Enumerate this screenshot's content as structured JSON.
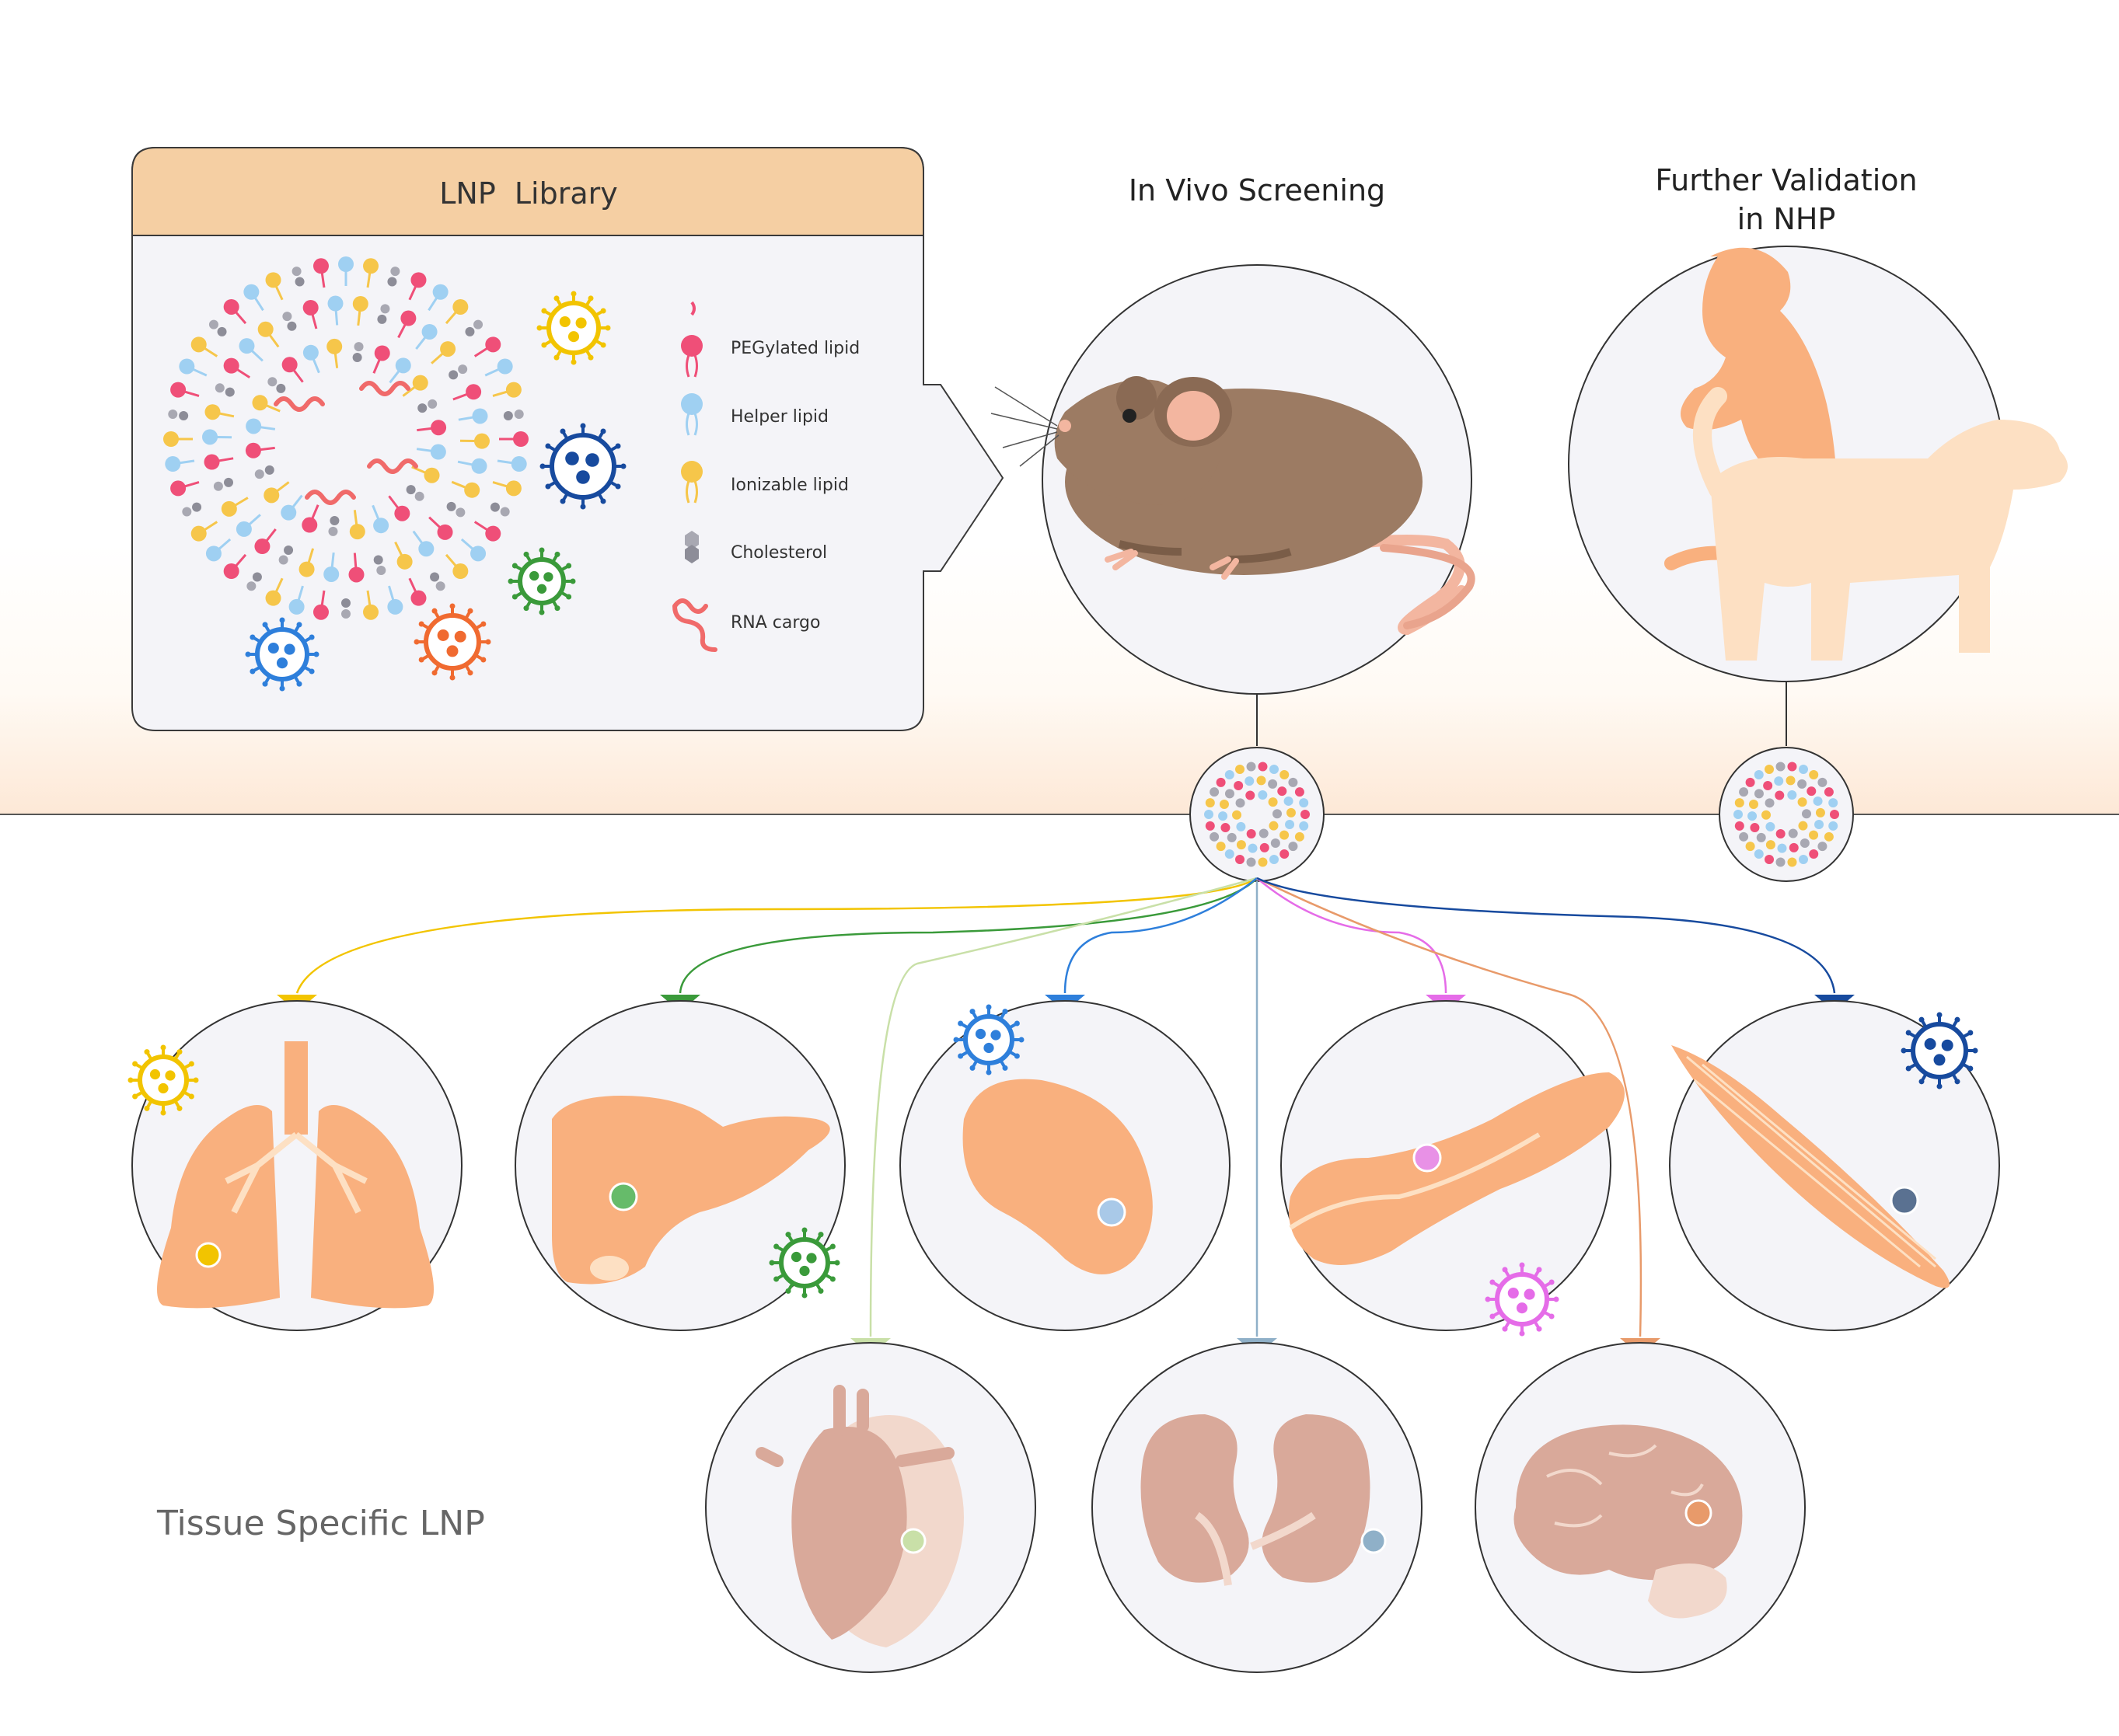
{
  "library": {
    "title": "LNP  Library",
    "legend": [
      {
        "label": "PEGylated lipid",
        "icon": "pegylated-lipid-icon",
        "color": "#ef4f78"
      },
      {
        "label": "Helper lipid",
        "icon": "helper-lipid-icon",
        "color": "#9fd0f2"
      },
      {
        "label": "Ionizable lipid",
        "icon": "ionizable-lipid-icon",
        "color": "#f6c64a"
      },
      {
        "label": "Cholesterol",
        "icon": "cholesterol-icon",
        "color": "#a8a8b2"
      },
      {
        "label": "RNA cargo",
        "icon": "rna-cargo-icon",
        "color": "#f06a6a"
      }
    ]
  },
  "screening": {
    "title": "In Vivo Screening"
  },
  "validation": {
    "title_line1": "Further Validation",
    "title_line2": "in NHP"
  },
  "footer_label": "Tissue Specific LNP",
  "colors": {
    "header_band": "#f5cfa3",
    "panel_bg": "#f4f4f8",
    "organ": "#f9b07e",
    "lung": "#f2c400",
    "liver": "#3a9a3a",
    "spleen": "#2e7fdb",
    "pancreas": "#e56ce8",
    "muscle": "#174a9e",
    "heart": "#c9e0a8",
    "kidney": "#8fb0c8",
    "brain": "#e89a6a"
  }
}
